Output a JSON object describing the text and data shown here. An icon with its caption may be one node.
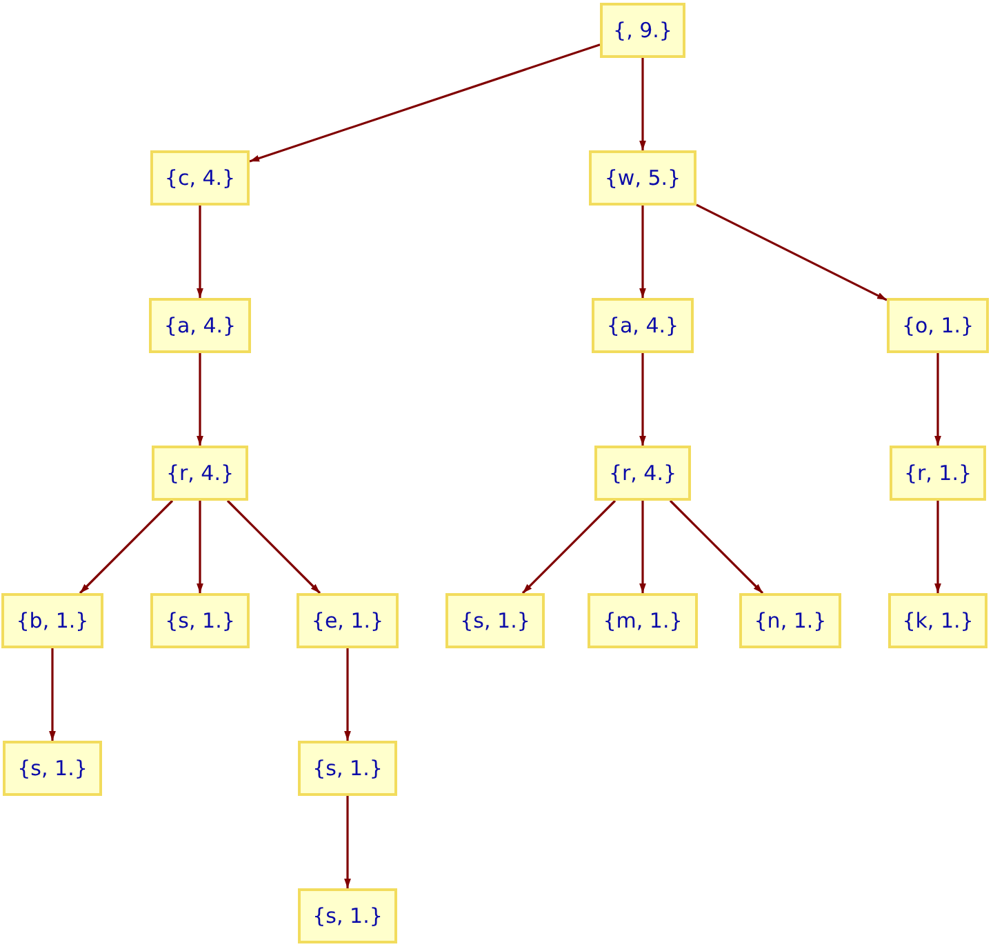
{
  "diagram": {
    "nodes": [
      {
        "text": [
          "{, 9.}"
        ]
      },
      {
        "text": [
          "{c, 4.}"
        ]
      },
      {
        "text": [
          "{w, 5.}"
        ]
      },
      {
        "text": [
          "{a, 4.}"
        ]
      },
      {
        "text": [
          "{a, 4.}"
        ]
      },
      {
        "text": [
          "{o, 1.}"
        ]
      },
      {
        "text": [
          "{r, 4.}"
        ]
      },
      {
        "text": [
          "{r, 4.}"
        ]
      },
      {
        "text": [
          "{r, 1.}"
        ]
      },
      {
        "text": [
          "{b, 1.}"
        ]
      },
      {
        "text": [
          "{s, 1.}"
        ]
      },
      {
        "text": [
          "{e, 1.}"
        ]
      },
      {
        "text": [
          "{s, 1.}"
        ]
      },
      {
        "text": [
          "{m, 1.}"
        ]
      },
      {
        "text": [
          "{n, 1.}"
        ]
      },
      {
        "text": [
          "{k, 1.}"
        ]
      },
      {
        "text": [
          "{s, 1.}"
        ]
      },
      {
        "text": [
          "{s, 1.}"
        ]
      },
      {
        "text": [
          "{s, 1.}"
        ]
      }
    ],
    "edges": [
      {
        "from": 0,
        "to": 1,
        "arrow": "to"
      },
      {
        "from": 0,
        "to": 2,
        "arrow": "to"
      },
      {
        "from": 1,
        "to": 3,
        "arrow": "to"
      },
      {
        "from": 2,
        "to": 4,
        "arrow": "to"
      },
      {
        "from": 2,
        "to": 5,
        "arrow": "to"
      },
      {
        "from": 3,
        "to": 6,
        "arrow": "to"
      },
      {
        "from": 4,
        "to": 7,
        "arrow": "to"
      },
      {
        "from": 5,
        "to": 8,
        "arrow": "to"
      },
      {
        "from": 6,
        "to": 9,
        "arrow": "to"
      },
      {
        "from": 6,
        "to": 10,
        "arrow": "to"
      },
      {
        "from": 6,
        "to": 11,
        "arrow": "to"
      },
      {
        "from": 7,
        "to": 12,
        "arrow": "to"
      },
      {
        "from": 7,
        "to": 13,
        "arrow": "to"
      },
      {
        "from": 7,
        "to": 14,
        "arrow": "to"
      },
      {
        "from": 8,
        "to": 15,
        "arrow": "to"
      },
      {
        "from": 9,
        "to": 16,
        "arrow": "to"
      },
      {
        "from": 11,
        "to": 17,
        "arrow": "to"
      },
      {
        "from": 17,
        "to": 18,
        "arrow": "to"
      }
    ]
  }
}
